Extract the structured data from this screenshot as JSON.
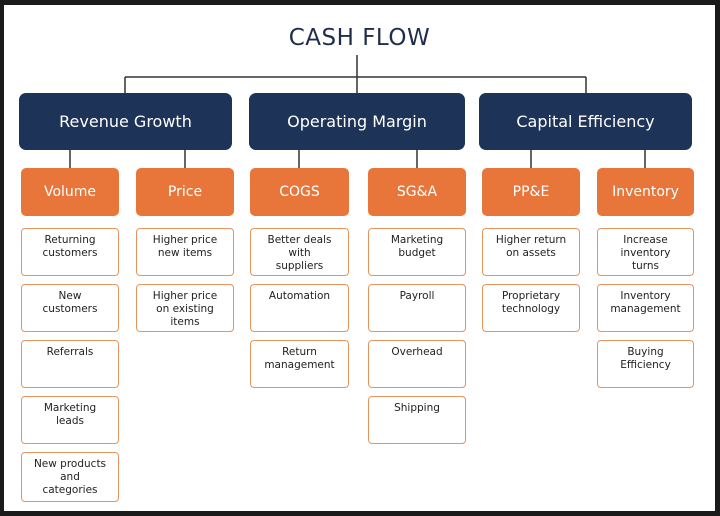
{
  "title": "CASH FLOW",
  "colors": {
    "navy": "#1e3358",
    "orange": "#e8763b",
    "outline": "#e6945f",
    "line": "#333333"
  },
  "categories": [
    {
      "label": "Revenue Growth"
    },
    {
      "label": "Operating Margin"
    },
    {
      "label": "Capital Efficiency"
    }
  ],
  "subcategories": [
    {
      "label": "Volume",
      "items": [
        "Returning\ncustomers",
        "New\ncustomers",
        "Referrals",
        "Marketing\nleads",
        "New products\nand\ncategories"
      ]
    },
    {
      "label": "Price",
      "items": [
        "Higher price\nnew items",
        "Higher price\non existing\nitems"
      ]
    },
    {
      "label": "COGS",
      "items": [
        "Better deals\nwith\nsuppliers",
        "Automation",
        "Return\nmanagement"
      ]
    },
    {
      "label": "SG&A",
      "items": [
        "Marketing\nbudget",
        "Payroll",
        "Overhead",
        "Shipping"
      ]
    },
    {
      "label": "PP&E",
      "items": [
        "Higher return\non assets",
        "Proprietary\ntechnology"
      ]
    },
    {
      "label": "Inventory",
      "items": [
        "Increase\ninventory\nturns",
        "Inventory\nmanagement",
        "Buying\nEfficiency"
      ]
    }
  ]
}
